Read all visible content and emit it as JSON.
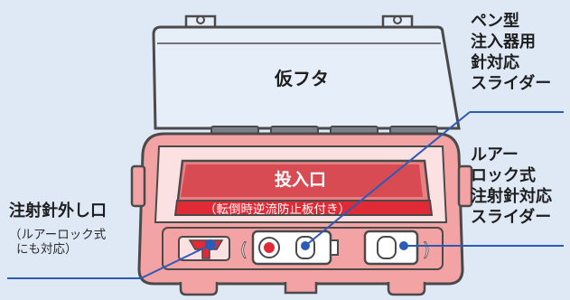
{
  "colors": {
    "background": "#dfe9f6",
    "lid_fill": "#e6eef9",
    "outline": "#4a4a4a",
    "body_fill": "#f3a3a4",
    "body_dark": "#e98083",
    "panel_fill": "#fbe1e2",
    "slot_fill": "#d94b53",
    "accent_red": "#e02a36",
    "leader_blue": "#2c5bb5"
  },
  "labels": {
    "lid": "仮フタ",
    "slot_title": "投入口",
    "slot_sub": "（転倒時逆流防止板付き）",
    "pen_slider": [
      "ペン型",
      "注入器用",
      "針対応",
      "スライダー"
    ],
    "luer_slider": [
      "ルアー",
      "ロック式",
      "注射針対応",
      "スライダー"
    ],
    "remover_title": "注射針外し口",
    "remover_note": [
      "（ルアーロック式",
      "にも対応）"
    ]
  }
}
